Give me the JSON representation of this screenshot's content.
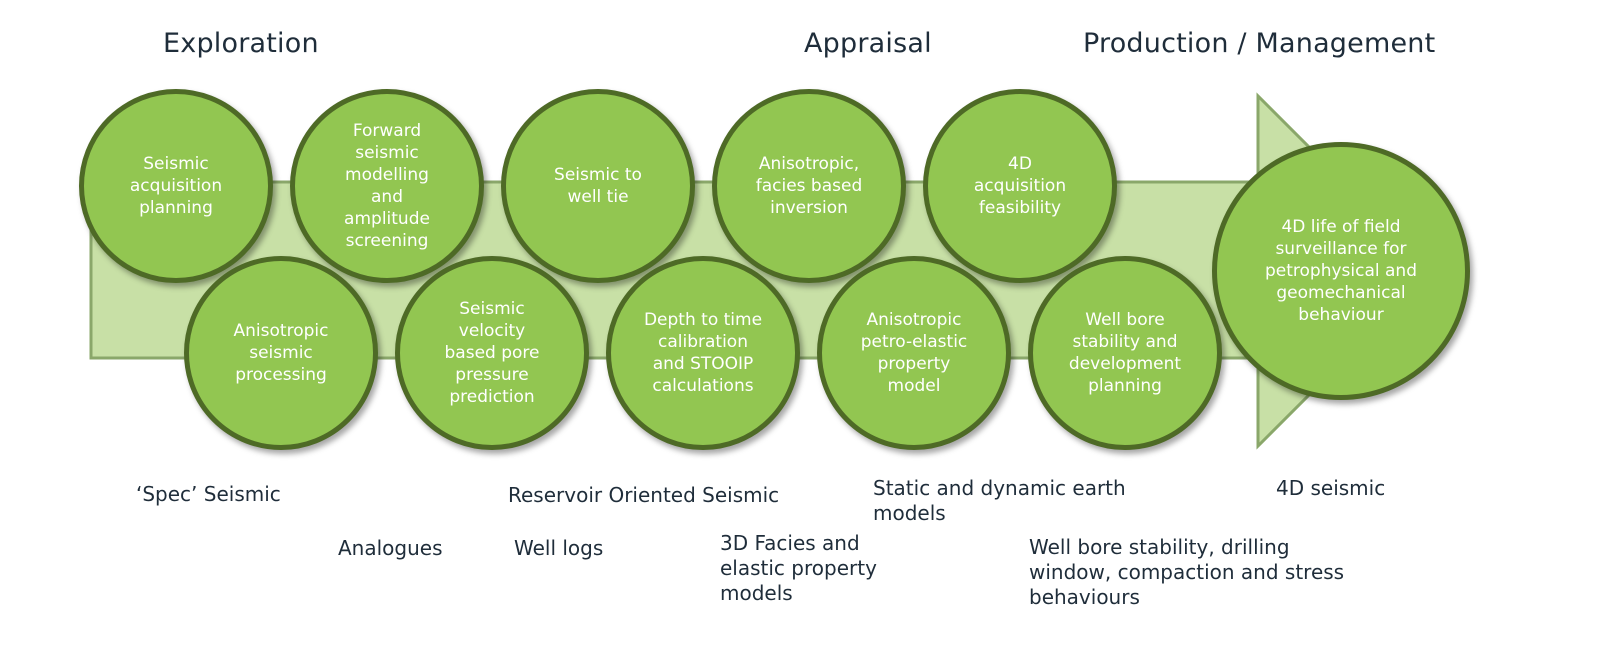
{
  "phases": {
    "exploration": "Exploration",
    "appraisal": "Appraisal",
    "production": "Production / Management"
  },
  "circles": {
    "seismic_acquisition_planning": "Seismic\nacquisition\nplanning",
    "forward_modelling": "Forward\nseismic\nmodelling\nand\namplitude\nscreening",
    "seismic_to_well_tie": "Seismic to\nwell tie",
    "facies_inversion": "Anisotropic,\nfacies based\ninversion",
    "acquisition_feasibility_4d": "4D\nacquisition\nfeasibility",
    "anisotropic_processing": "Anisotropic\nseismic\nprocessing",
    "pore_pressure": "Seismic\nvelocity\nbased pore\npressure\nprediction",
    "depth_to_time": "Depth to time\ncalibration\nand STOOIP\ncalculations",
    "petro_elastic": "Anisotropic\npetro-elastic\nproperty\nmodel",
    "well_bore_planning": "Well bore\nstability and\ndevelopment\nplanning",
    "life_of_field": "4D life of field\nsurveillance for\npetrophysical and\ngeomechanical\nbehaviour"
  },
  "notes": {
    "spec_seismic": "‘Spec’ Seismic",
    "analogues": "Analogues",
    "reservoir_oriented": "Reservoir Oriented Seismic",
    "well_logs": "Well logs",
    "facies_models": "3D Facies and\nelastic property\nmodels",
    "earth_models": "Static and dynamic earth\nmodels",
    "well_bore_stress": "Well bore stability, drilling\nwindow, compaction and stress\nbehaviours",
    "seismic_4d": "4D seismic"
  },
  "colors": {
    "circle_fill": "#92c651",
    "circle_border": "#4e6a26",
    "arrow_fill": "#c8e0a6",
    "arrow_border": "#8aa76a",
    "text_dark": "#1f2d3a"
  }
}
